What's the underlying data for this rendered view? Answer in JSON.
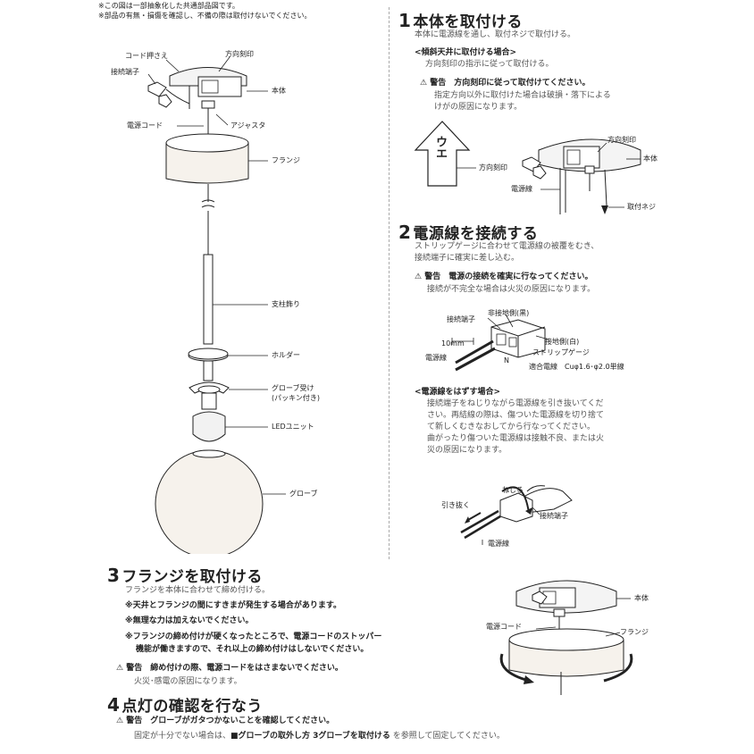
{
  "notes": {
    "line1": "※この図は一部抽象化した共通部品図です。",
    "line2": "※部品の有無・損傷を確認し、不備の際は取付けないでください。"
  },
  "diagram_left": {
    "labels": {
      "cord_holder": "コード押さえ",
      "direction_mark": "方向刻印",
      "terminal": "接続端子",
      "body": "本体",
      "power_cord": "電源コード",
      "adjuster": "アジャスタ",
      "flange": "フランジ",
      "column_cover": "支柱飾り",
      "holder": "ホルダー",
      "globe_holder": "グローブ受け",
      "globe_holder_sub": "(パッキン付き)",
      "led_unit": "LEDユニット",
      "globe": "グローブ"
    }
  },
  "step1": {
    "number": "1",
    "title": "本体を取付ける",
    "desc": "本体に電源線を通し、取付ネジで取付ける。",
    "sub_heading": "<傾斜天井に取付ける場合>",
    "sub_desc": "方向刻印の指示に従って取付ける。",
    "warning": "警告　方向刻印に従って取付けてください。",
    "warning_desc1": "指定方向以外に取付けた場合は破損・落下による",
    "warning_desc2": "けがの原因になります。",
    "fig": {
      "arrow_text": "ウエ",
      "direction_mark_a": "方向刻印",
      "direction_mark_b": "方向刻印",
      "body": "本体",
      "power_wire": "電源線",
      "screw": "取付ネジ"
    }
  },
  "step2": {
    "number": "2",
    "title": "電源線を接続する",
    "desc1": "ストリップゲージに合わせて電源線の被覆をむき、",
    "desc2": "接続端子に確実に差し込む。",
    "warning": "警告　電源の接続を確実に行なってください。",
    "warning_desc": "接続が不完全な場合は火災の原因になります。",
    "fig": {
      "terminal": "接続端子",
      "non_ground": "非接地側(黒)",
      "ground": "接地側(白)",
      "mm": "10mm",
      "strip_gauge": "ストリップゲージ",
      "power_wire": "電源線",
      "n": "N",
      "wire_spec": "適合電線　Cuφ1.6･φ2.0単線"
    },
    "remove_heading": "<電源線をはずす場合>",
    "remove_desc1": "接続端子をねじりながら電源線を引き抜いてくだ",
    "remove_desc2": "さい。再結線の際は、傷ついた電源線を切り捨て",
    "remove_desc3": "て新しくむきなおしてから行なってください。",
    "remove_desc4": "曲がったり傷ついた電源線は接触不良、または火",
    "remove_desc5": "災の原因になります。",
    "fig2": {
      "twist": "ねじる",
      "pull": "引き抜く",
      "terminal": "接続端子",
      "power_wire": "電源線"
    }
  },
  "step3": {
    "number": "3",
    "title": "フランジを取付ける",
    "desc": "フランジを本体に合わせて締め付ける。",
    "note1": "※天井とフランジの間にすきまが発生する場合があります。",
    "note2": "※無理な力は加えないでください。",
    "note3a": "※フランジの締め付けが硬くなったところで、電源コードのストッパー",
    "note3b": "機能が働きますので、それ以上の締め付けはしないでください。",
    "warning": "警告　締め付けの際、電源コードをはさまないでください。",
    "warning_desc": "火災･感電の原因になります。",
    "fig": {
      "body": "本体",
      "power_cord": "電源コード",
      "flange": "フランジ"
    }
  },
  "step4": {
    "number": "4",
    "title": "点灯の確認を行なう",
    "warning": "警告　グローブがガタつかないことを確認してください。",
    "desc_pre": "固定が十分でない場合は、",
    "desc_bold": "■グローブの取外し方 3グローブを取付ける",
    "desc_post": " を参照して固定してください。"
  }
}
